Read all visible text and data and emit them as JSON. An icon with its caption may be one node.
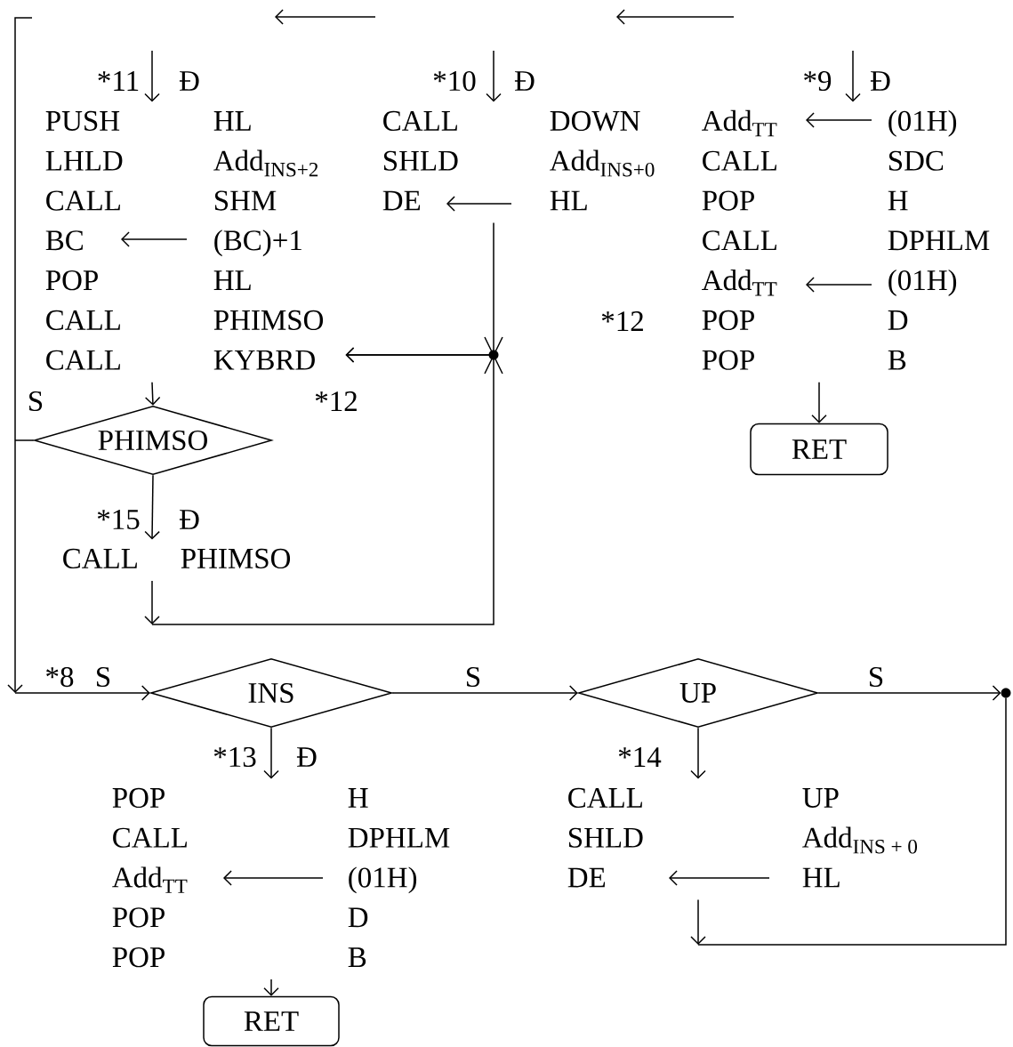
{
  "diagram": {
    "nodes": [
      {
        "text": [
          "PUSH",
          "HL",
          "LHLD",
          "Add$_{INS+2}$",
          "CALL",
          "SHM",
          "BC",
          "(BC)+1",
          "POP",
          "HL",
          "CALL",
          "PHIMSO",
          "CALL",
          "KYBRD"
        ]
      },
      {
        "text": [
          "CALL",
          "DOWN",
          "SHLD",
          "Add$_{INS+0}$",
          "DE",
          "HL"
        ]
      },
      {
        "text": [
          "Add$_{TT}$",
          "(01H)",
          "CALL",
          "SDC",
          "POP",
          "H",
          "CALL",
          "DPHLM",
          "Add$_{TT}$",
          "(01H)",
          "POP",
          "D",
          "POP",
          "B"
        ]
      },
      {
        "text": [
          "PHIMSO"
        ]
      },
      {
        "text": [
          "RET"
        ]
      },
      {
        "text": [
          "CALL",
          "PHIMSO"
        ]
      },
      {
        "text": [
          "INS"
        ]
      },
      {
        "text": [
          "UP"
        ]
      },
      {
        "text": [
          "POP",
          "H",
          "CALL",
          "DPHLM",
          "Add$_{TT}$",
          "(01H)",
          "POP",
          "D",
          "POP",
          "B"
        ]
      },
      {
        "text": [
          "CALL",
          "UP",
          "SHLD",
          "Add$_{INS + 0}$",
          "DE",
          "HL"
        ]
      },
      {
        "text": [
          "RET"
        ]
      }
    ],
    "edges": [
      {
        "from": null,
        "to": 0,
        "arrow": "to"
      },
      {
        "from": null,
        "to": 1,
        "arrow": "to"
      },
      {
        "from": null,
        "to": 2,
        "arrow": "to"
      },
      {
        "from": 1,
        "to": 0,
        "arrow": "to"
      },
      {
        "from": 5,
        "to": 0,
        "arrow": "to"
      },
      {
        "from": 0,
        "to": 3,
        "arrow": "to"
      },
      {
        "from": 3,
        "to": 5,
        "arrow": "to"
      },
      {
        "from": 3,
        "to": 6,
        "arrow": "to"
      },
      {
        "from": 2,
        "to": 4,
        "arrow": "to"
      },
      {
        "from": 6,
        "to": 8,
        "arrow": "to"
      },
      {
        "from": 8,
        "to": 10,
        "arrow": "to"
      },
      {
        "from": 6,
        "to": 7,
        "arrow": "to",
        "label": "S"
      },
      {
        "from": 7,
        "to": 9,
        "arrow": "to"
      },
      {
        "from": 7,
        "to": null,
        "arrow": "to",
        "label": "S"
      },
      {
        "from": 9,
        "to": null,
        "arrow": "to"
      }
    ],
    "labels": [
      "*11",
      "Đ",
      "*10",
      "Đ",
      "*9",
      "Đ",
      "*12",
      "S",
      "*12",
      "*15",
      "Đ",
      "*8",
      "S",
      "*13",
      "Đ",
      "*14"
    ]
  }
}
